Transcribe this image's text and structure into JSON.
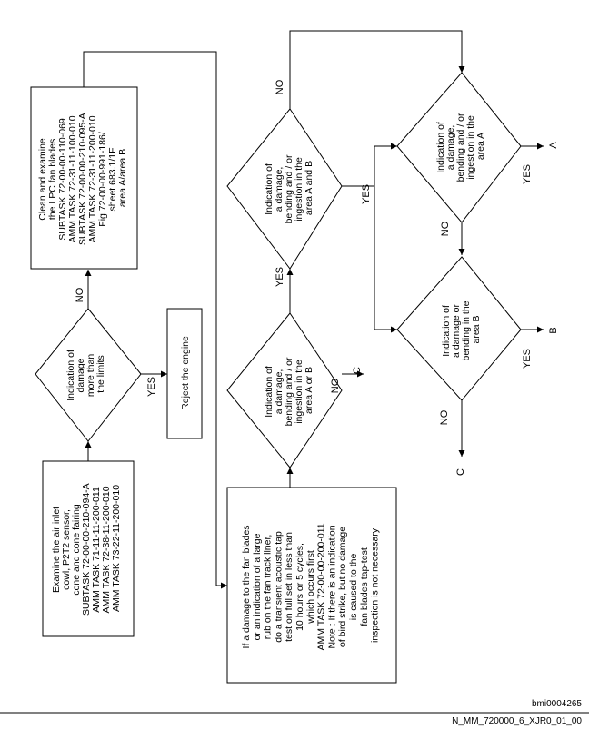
{
  "box_inspect_inlet": [
    "Examine the air inlet",
    "cowl, P2T2 sensor,",
    "cone and cone fairing",
    "SUBTASK 72-00-00-210-094-A",
    "AMM TASK 71-11-11-200-011",
    "AMM TASK 72-38-11-200-010",
    "AMM TASK 73-22-11-200-010"
  ],
  "dec_limits": [
    "Indication of",
    "damage",
    "more than",
    "the limits"
  ],
  "box_reject": "Reject the engine",
  "box_clean": [
    "Clean and examine",
    "the LPC fan blades",
    "SUBTASK 72-00-00-110-069",
    "AMM TASK 72-31-11-100-010",
    "SUBTASK 72-00-00-210-095-A",
    "AMM TASK 72-31-11-200-010",
    "Fig.72-00-00-991-186/",
    "sheet 683.1/1F",
    "area A/area B"
  ],
  "box_taptest": [
    "If a damage to the fan blades",
    "or an indication of a large",
    "rub on the fan track liner,",
    "do a transient acoustic tap",
    "test on full set in less than",
    "10 hours or 5 cycles,",
    "which occurs first",
    "AMM TASK 72-00-00-200-011",
    "Note : If there is an indication",
    "of bird strike, but no damage",
    "is caused to the",
    "fan blades tap-test",
    "inspection is not necessary"
  ],
  "dec_a_or_b": [
    "Indication of",
    "a damage,",
    "bending and / or",
    "ingestion in the",
    "area A or B"
  ],
  "dec_a_and_b": [
    "Indication of",
    "a damage,",
    "bending and / or",
    "ingestion in the",
    "area A and B"
  ],
  "dec_area_a": [
    "Indication of",
    "a damage,",
    "bending and / or",
    "ingestion in the",
    "area A"
  ],
  "dec_area_b": [
    "Indication of",
    "a damage or",
    "bending in the",
    "area B"
  ],
  "labels": {
    "yes": "YES",
    "no": "NO",
    "a": "A",
    "b": "B",
    "c": "C"
  },
  "footer": {
    "ref": "bmi0004265",
    "code": "N_MM_720000_6_XJR0_01_00"
  }
}
